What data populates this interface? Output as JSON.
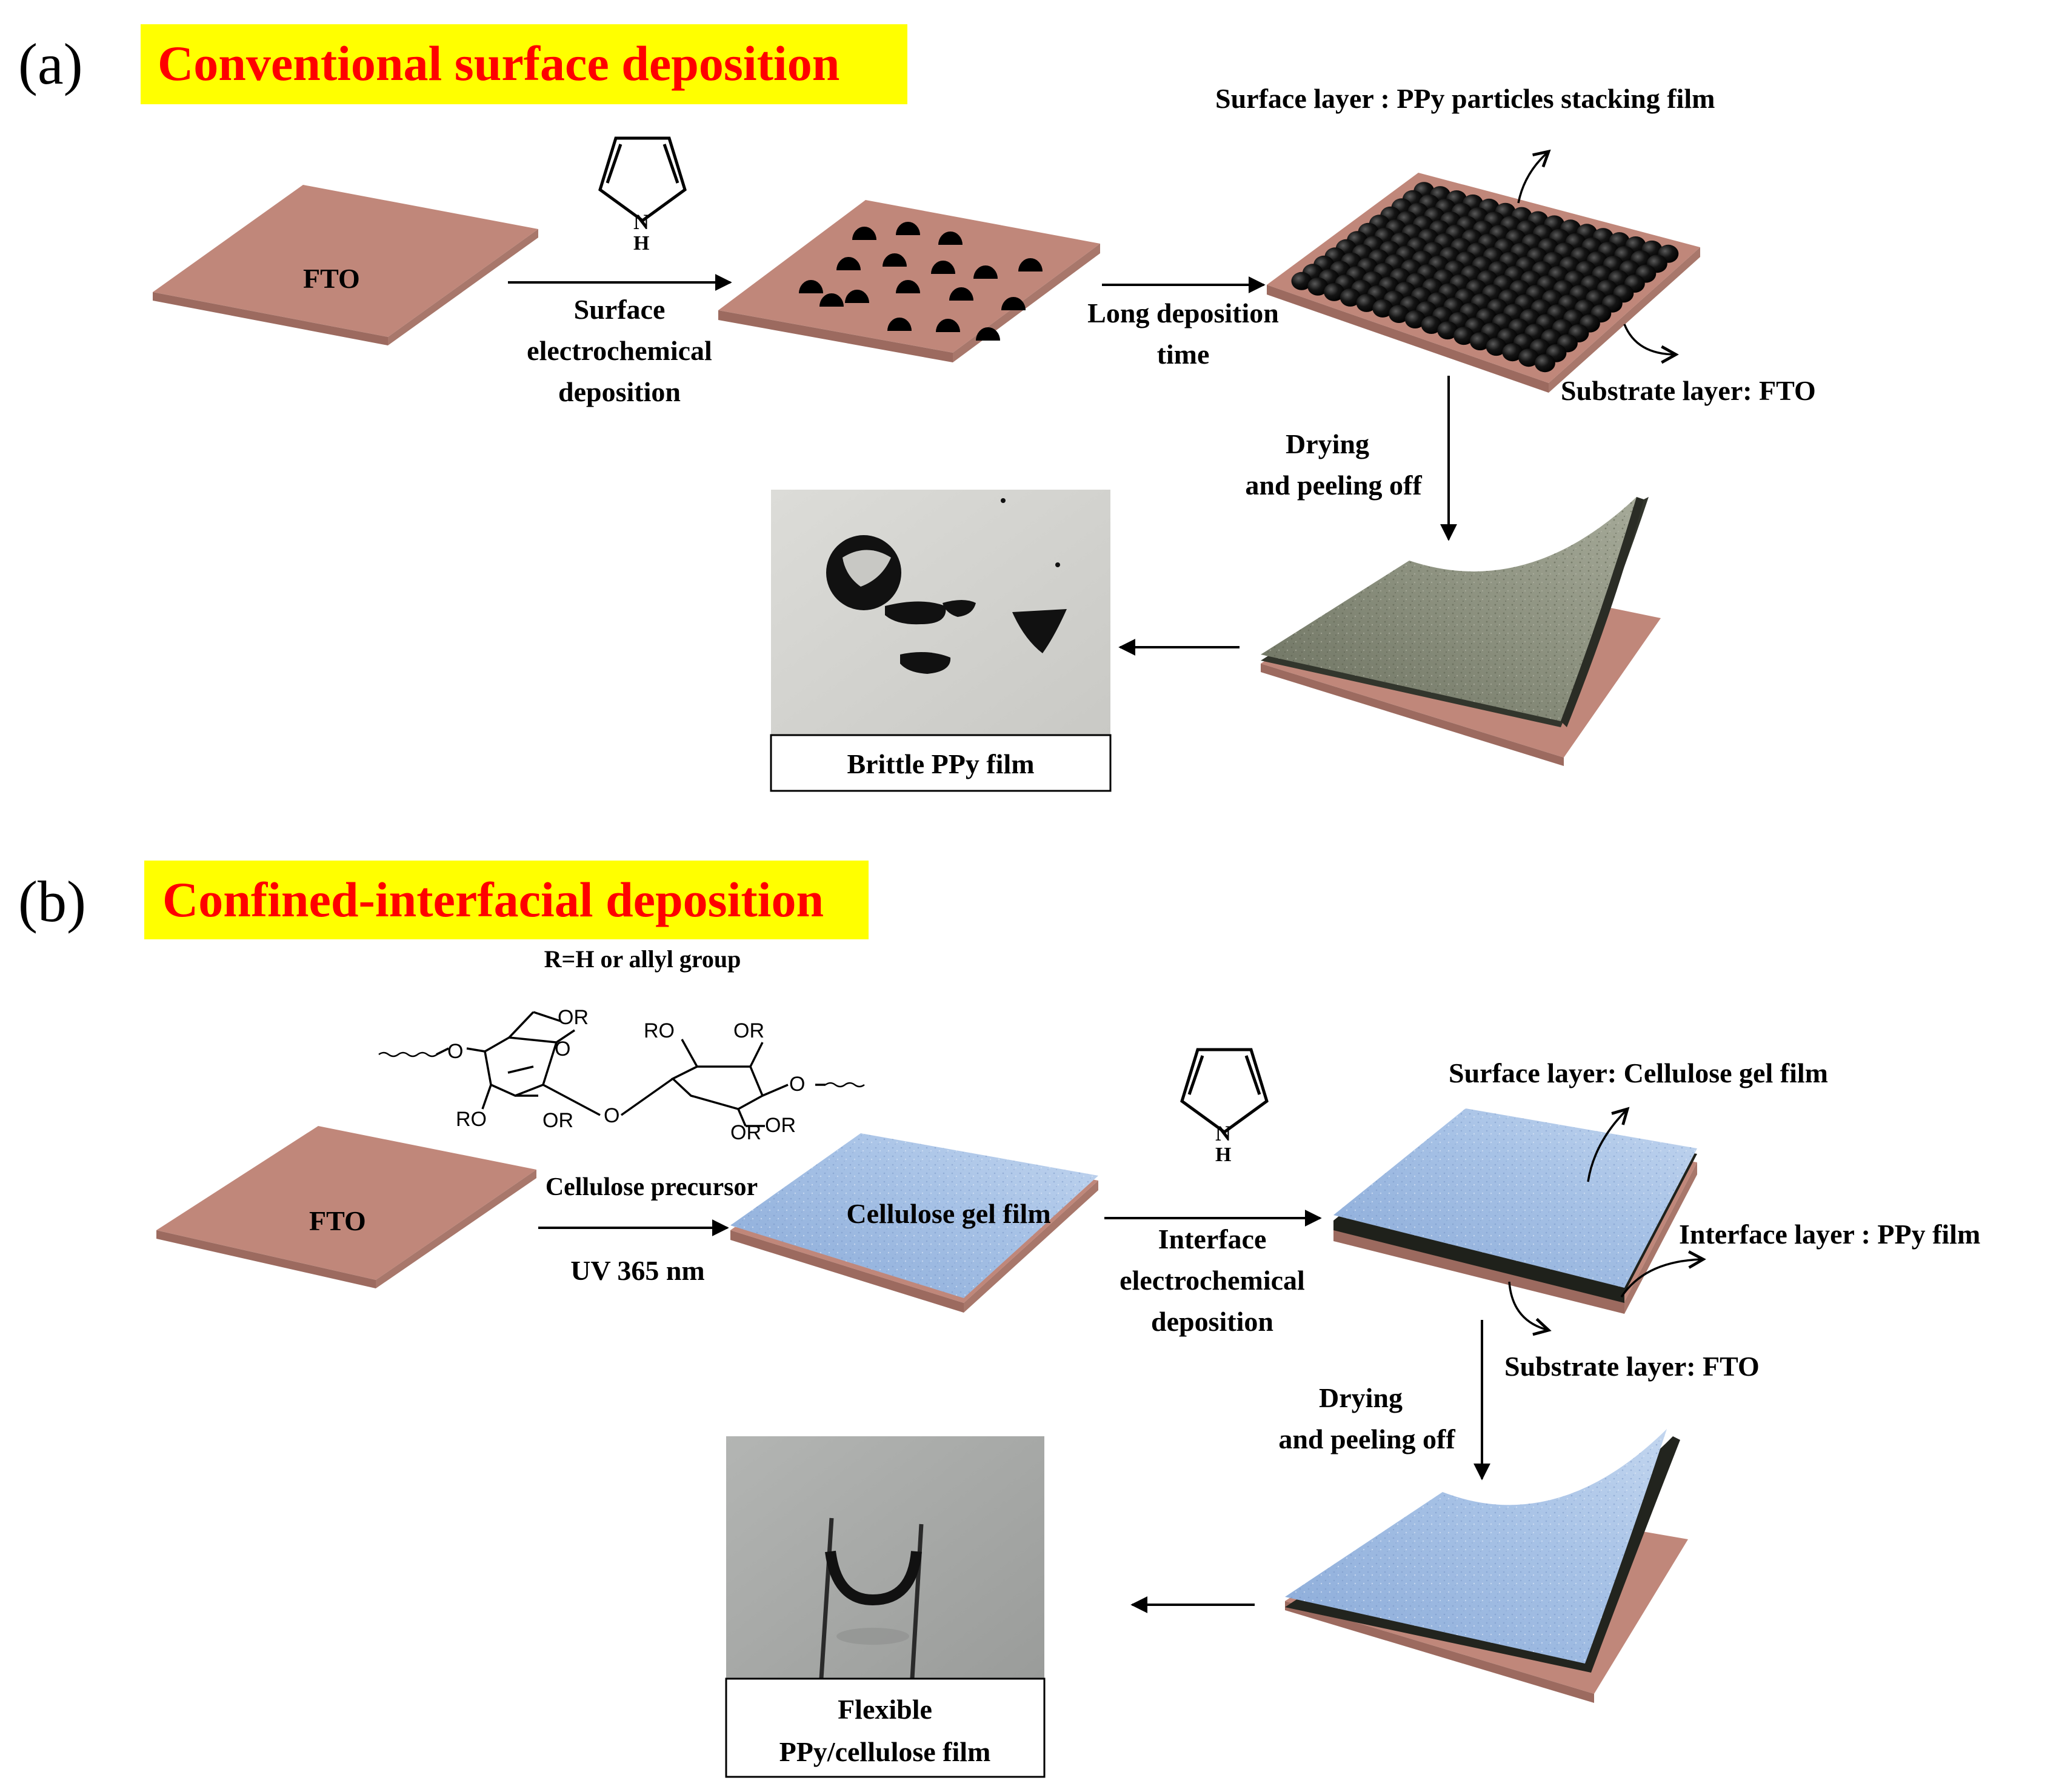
{
  "panel_a": {
    "letter": "(a)",
    "title": "Conventional surface deposition",
    "fto": "FTO",
    "pyrrole_nh": "N\nH",
    "arrow1": [
      "Surface",
      "electrochemical",
      "deposition"
    ],
    "arrow2": [
      "Long deposition",
      "time"
    ],
    "surface_layer": "Surface layer :  PPy particles stacking film",
    "substrate_layer": "Substrate layer: FTO",
    "drying": [
      "Drying",
      "and peeling off"
    ],
    "result": "Brittle PPy film"
  },
  "panel_b": {
    "letter": "(b)",
    "title": "Confined-interfacial deposition",
    "r_group": "R=H or allyl group",
    "chem_groups": [
      "OR",
      "O",
      "RO",
      "OR",
      "O",
      "RO",
      "OR",
      "O",
      "OR",
      "O",
      "OR"
    ],
    "fto": "FTO",
    "precursor": "Cellulose precursor",
    "uv": "UV 365 nm",
    "gel_film": "Cellulose gel film",
    "arrow2": [
      "Interface",
      "electrochemical",
      "deposition"
    ],
    "surface_layer": "Surface layer: Cellulose gel film",
    "interface_layer": "Interface layer : PPy film",
    "substrate_layer": "Substrate layer: FTO",
    "drying": [
      "Drying",
      "and peeling off"
    ],
    "result": [
      "Flexible",
      "PPy/cellulose film"
    ]
  },
  "colors": {
    "fto": "#c0877a",
    "fto_edge": "#9c6a5f",
    "title_bg": "#ffff00",
    "title_text": "#ff0000",
    "ppy": "#1a1a1a",
    "ppy_film": "#7d8270",
    "cellulose": "#93b3de"
  }
}
